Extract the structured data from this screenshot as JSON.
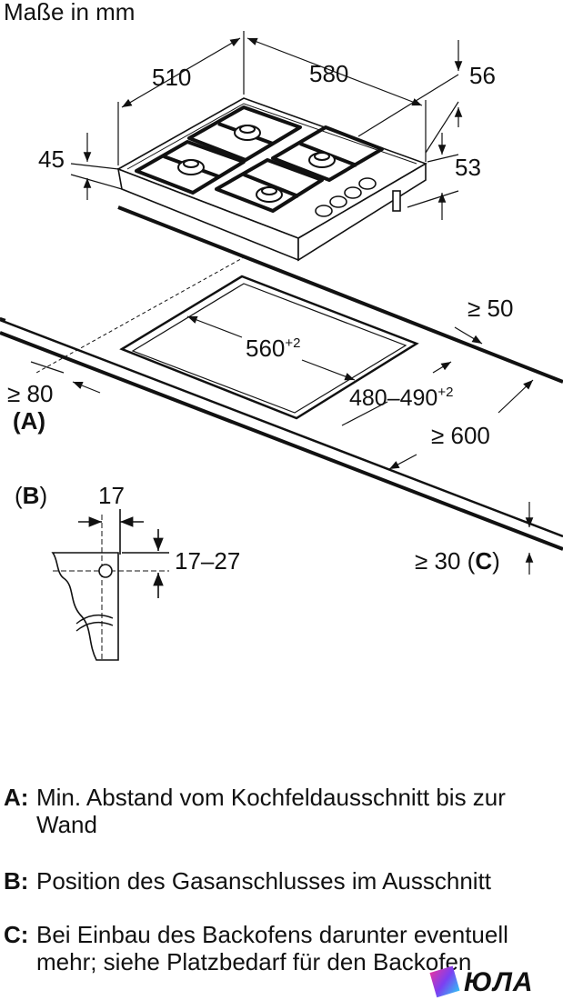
{
  "header": {
    "title": "Maße in mm"
  },
  "hob_dimensions": {
    "width": "510",
    "depth": "580",
    "frame_top": "56",
    "height_left": "45",
    "height_right": "53"
  },
  "cutout": {
    "width": "560",
    "width_tol": "+2",
    "depth": "480–490",
    "depth_tol": "+2",
    "min_back": "≥ 50",
    "min_front": "≥ 80",
    "marker_a": "(A)",
    "worktop_depth": "≥ 600",
    "worktop_thickness": "≥ 30",
    "marker_c_open": "(",
    "marker_c_letter": "C",
    "marker_c_close": ")"
  },
  "gas_detail": {
    "marker_b_open": "(",
    "marker_b_letter": "B",
    "marker_b_close": ")",
    "width": "17",
    "height_range": "17–27"
  },
  "legend": [
    {
      "key": "A:",
      "text": "Min. Abstand vom Kochfeldausschnitt bis zur Wand"
    },
    {
      "key": "B:",
      "text": "Position des Gasanschlusses im Ausschnitt"
    },
    {
      "key": "C:",
      "text": "Bei Einbau des Backofens darunter eventuell mehr; siehe Platzbedarf für den Backofen"
    }
  ],
  "watermark": {
    "text": "ЮЛА",
    "colors": [
      "#f0359a",
      "#27d3f5",
      "#7b3ff2"
    ]
  }
}
